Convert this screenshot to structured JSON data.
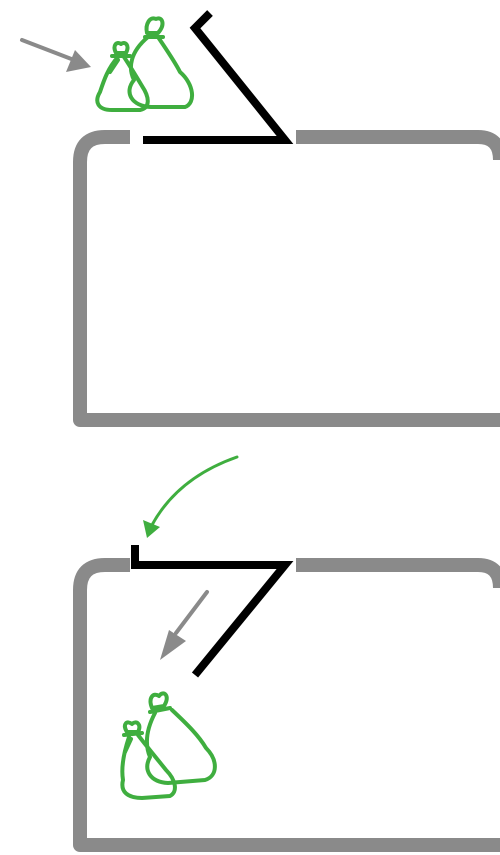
{
  "colors": {
    "background": "#ffffff",
    "container_outline": "#8a8a8a",
    "flap": "#000000",
    "bags": "#3fae3f",
    "motion_arrow": "#8a8a8a",
    "rotation_arrow": "#3fae3f"
  },
  "icons": {
    "bags": "garbage-bags-icon",
    "motion_arrow": "straight-arrow-icon",
    "rotation_arrow": "curved-arrow-icon"
  },
  "steps": [
    {
      "flap_state": "closed",
      "bags_location": "outside"
    },
    {
      "flap_state": "open-inward",
      "bags_location": "inside"
    }
  ]
}
